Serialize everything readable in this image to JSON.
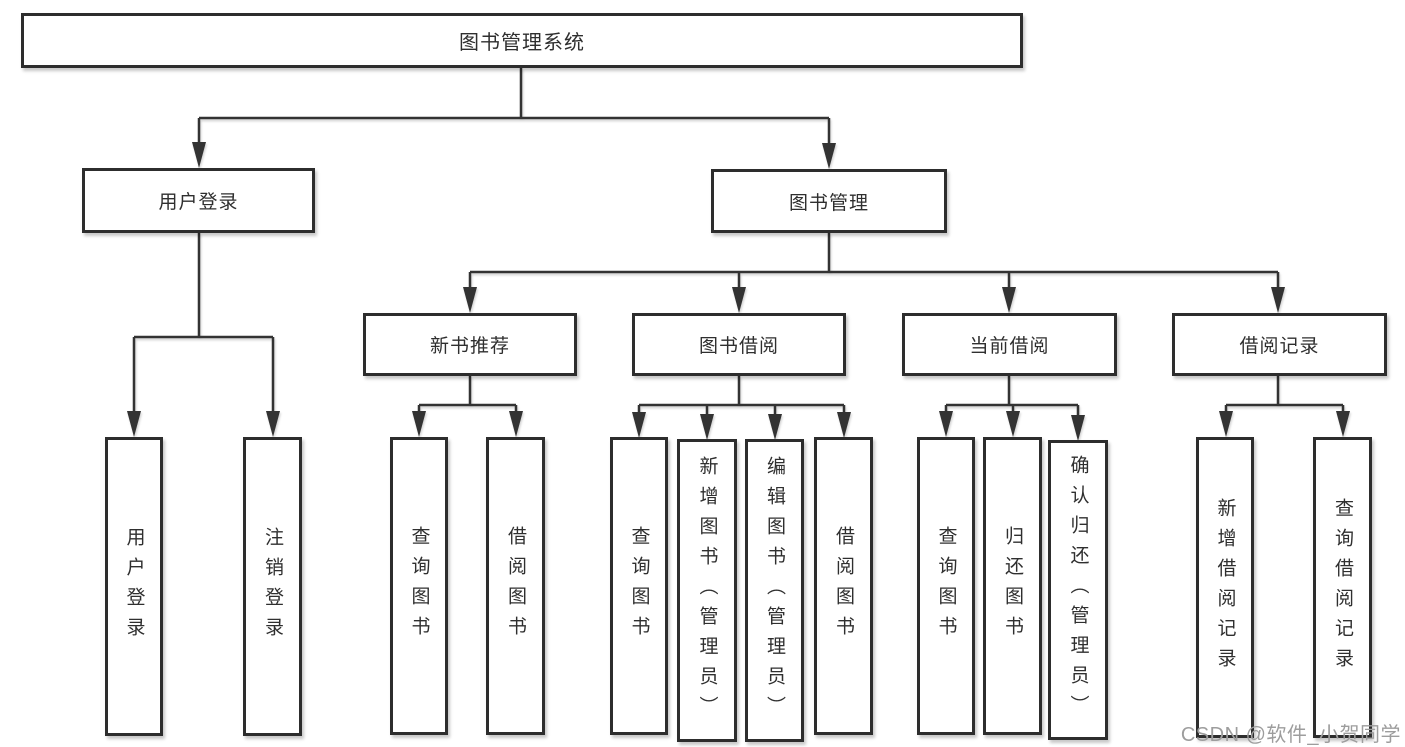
{
  "tree": {
    "root": {
      "label": "图书管理系统"
    },
    "branches": [
      {
        "label": "用户登录",
        "children": [
          {
            "label": "用户登录"
          },
          {
            "label": "注销登录"
          }
        ]
      },
      {
        "label": "图书管理",
        "children": [
          {
            "label": "新书推荐",
            "children": [
              {
                "label": "查询图书"
              },
              {
                "label": "借阅图书"
              }
            ]
          },
          {
            "label": "图书借阅",
            "children": [
              {
                "label": "查询图书"
              },
              {
                "label": "新增图书（管理员）"
              },
              {
                "label": "编辑图书（管理员）"
              },
              {
                "label": "借阅图书"
              }
            ]
          },
          {
            "label": "当前借阅",
            "children": [
              {
                "label": "查询图书"
              },
              {
                "label": "归还图书"
              },
              {
                "label": "确认归还（管理员）"
              }
            ]
          },
          {
            "label": "借阅记录",
            "children": [
              {
                "label": "新增借阅记录"
              },
              {
                "label": "查询借阅记录"
              }
            ]
          }
        ]
      }
    ]
  },
  "watermark": {
    "text": "CSDN @软件_小贺同学",
    "color": "#9d9d9d"
  },
  "colors": {
    "line": "#333333",
    "box_border": "#2d2d2d",
    "box_fill": "#ffffff",
    "text": "#2f2f2f",
    "background": "#ffffff"
  }
}
